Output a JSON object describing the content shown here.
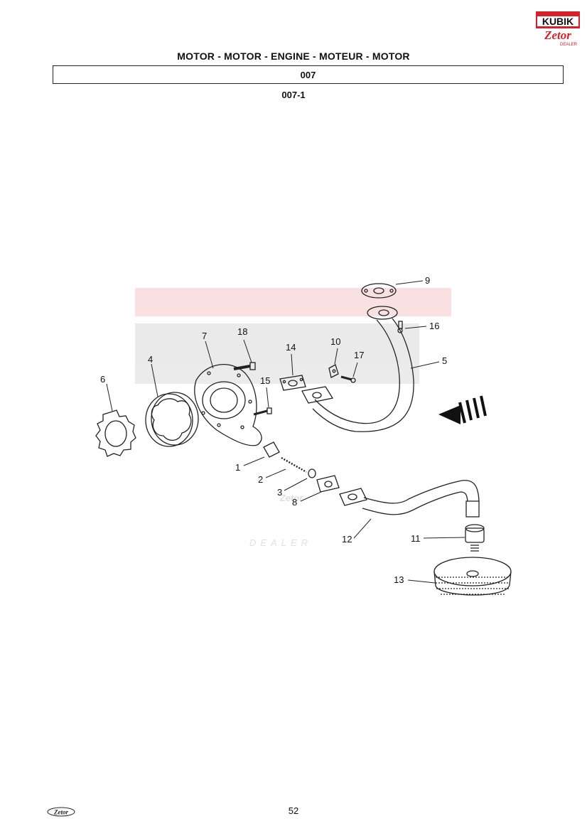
{
  "header": {
    "title": "MOTOR - MOTOR - ENGINE - MOTEUR - MOTOR",
    "section_code": "007",
    "figure_ref": "007-1"
  },
  "branding": {
    "logo_text_top": "KUBIK",
    "logo_text_bottom": "Zetor",
    "logo_dealer": "DEALER",
    "watermark_text": "DEALER",
    "brand_red": "#d8202a"
  },
  "diagram": {
    "callouts": [
      "1",
      "2",
      "3",
      "4",
      "5",
      "6",
      "7",
      "8",
      "9",
      "10",
      "11",
      "12",
      "13",
      "14",
      "15",
      "16",
      "17",
      "18"
    ]
  },
  "footer": {
    "page_number": "52",
    "logo_text": "Zetor"
  }
}
